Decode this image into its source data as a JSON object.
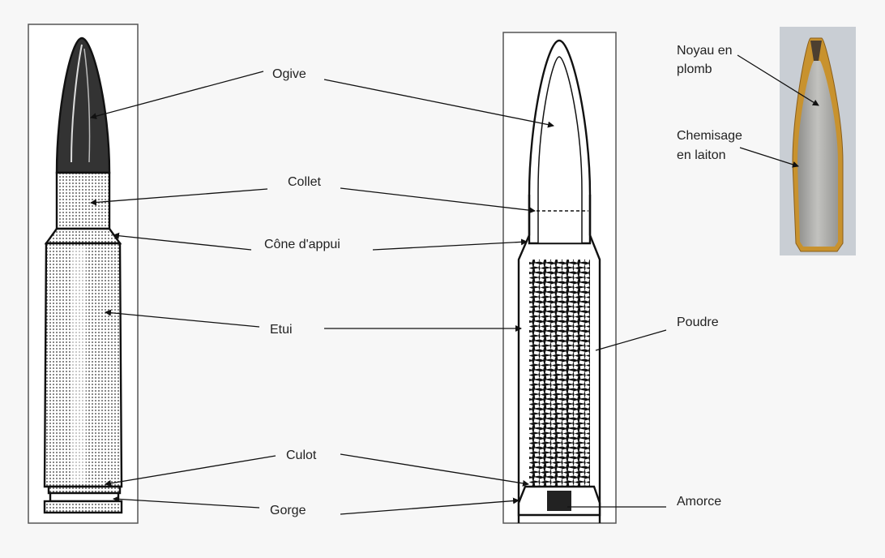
{
  "title": "Cartridge anatomy",
  "labels": {
    "ogive": "Ogive",
    "collet": "Collet",
    "cone": "Cône d'appui",
    "etui": "Etui",
    "culot": "Culot",
    "gorge": "Gorge",
    "poudre": "Poudre",
    "amorce": "Amorce",
    "noyau_1": "Noyau en",
    "noyau_2": "plomb",
    "chemisage_1": "Chemisage",
    "chemisage_2": "en laiton"
  },
  "colors": {
    "jacket": "#c8922e",
    "lead": "#a9a9a6",
    "photo_bg": "#c9ced4"
  }
}
